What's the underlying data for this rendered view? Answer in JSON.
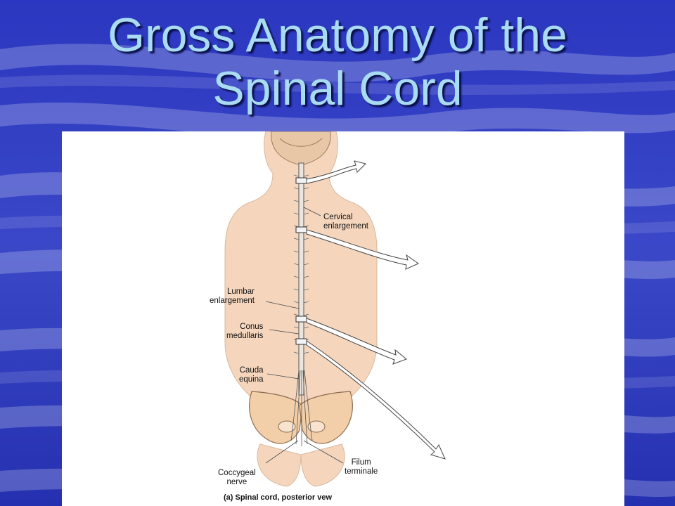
{
  "slide": {
    "title_line1": "Gross Anatomy of the",
    "title_line2": "Spinal Cord"
  },
  "figure": {
    "labels": {
      "cervical": "Cervical\nenlargement",
      "lumbar": "Lumbar\nenlargement",
      "conus": "Conus\nmedullaris",
      "cauda": "Cauda\nequina",
      "coccygeal": "Coccygeal\nnerve",
      "filum": "Filum\nterminale"
    },
    "caption": "(a) Spinal cord, posterior vew"
  },
  "colors": {
    "title": "#a9dcf2",
    "background": "#2a35b8",
    "skin": "#f5d6bd",
    "bone": "#f2cfa8",
    "figure_panel": "#ffffff"
  }
}
